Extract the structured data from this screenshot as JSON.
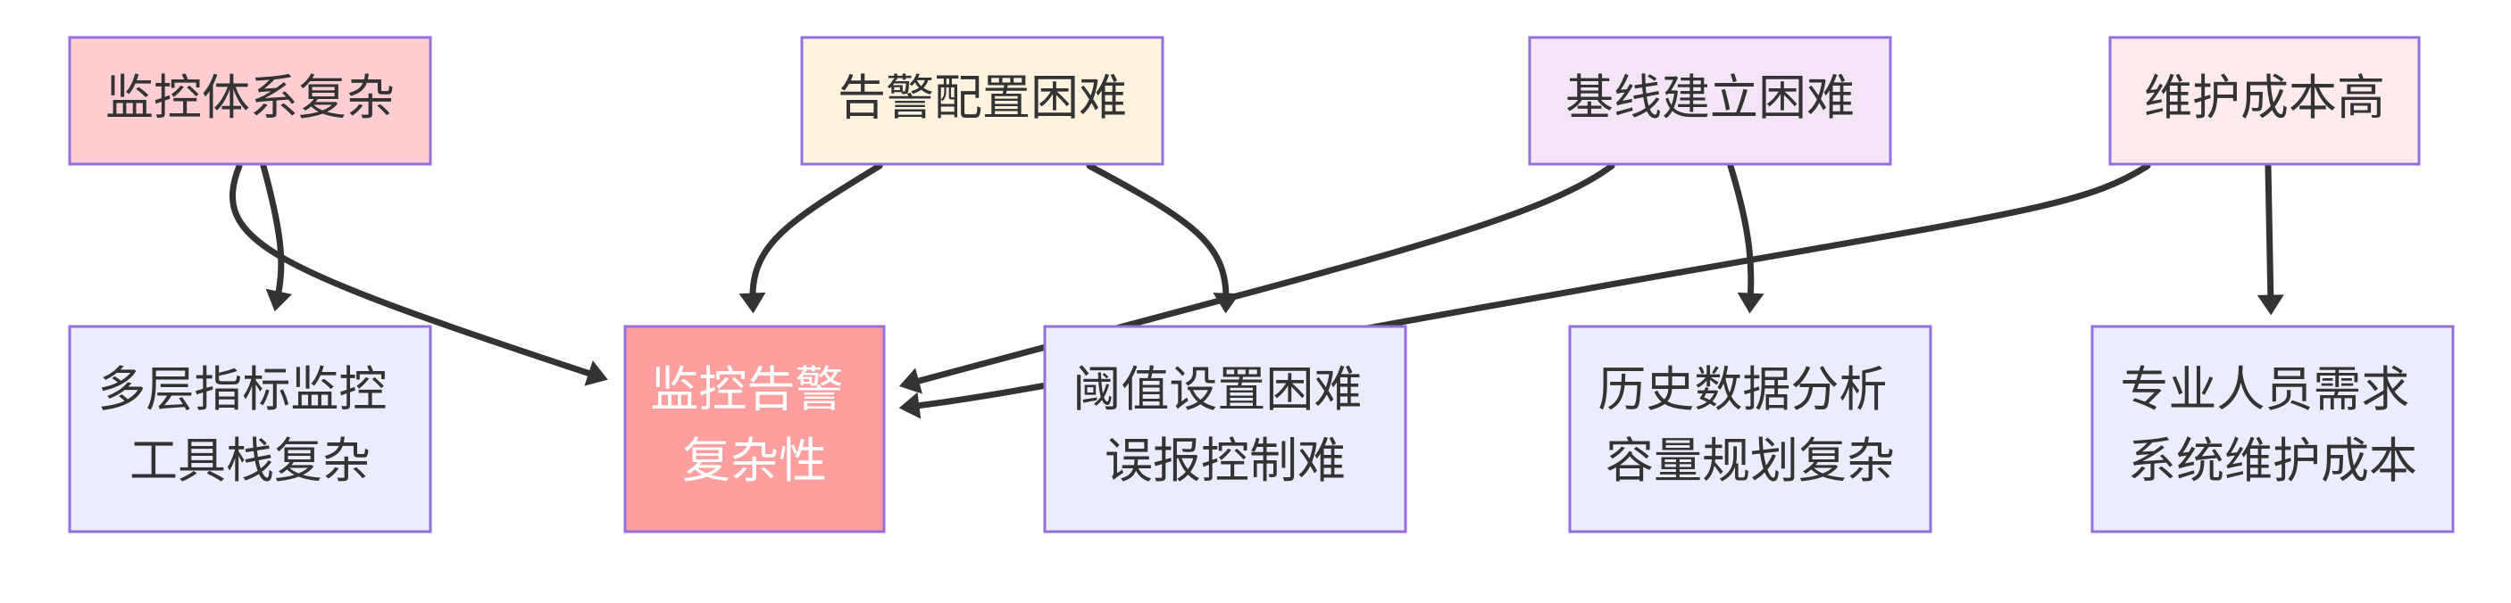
{
  "nodes": {
    "monitoring_system_complex": {
      "lines": [
        "监控体系复杂"
      ],
      "fill": "#FFCDD2"
    },
    "alert_config_hard": {
      "lines": [
        "告警配置困难"
      ],
      "fill": "#FFF3E0"
    },
    "baseline_hard": {
      "lines": [
        "基线建立困难"
      ],
      "fill": "#F3E5F5"
    },
    "maintenance_cost_high": {
      "lines": [
        "维护成本高"
      ],
      "fill": "#FFEBEE"
    },
    "multilayer_toolstack": {
      "lines": [
        "多层指标监控",
        "工具栈复杂"
      ],
      "fill": "#ECECFF"
    },
    "monitoring_alert_complexity": {
      "lines": [
        "监控告警",
        "复杂性"
      ],
      "fill": "#FF9E9E"
    },
    "threshold_false_alarm": {
      "lines": [
        "阈值设置困难",
        "误报控制难"
      ],
      "fill": "#ECECFF"
    },
    "history_capacity": {
      "lines": [
        "历史数据分析",
        "容量规划复杂"
      ],
      "fill": "#ECECFF"
    },
    "specialist_cost": {
      "lines": [
        "专业人员需求",
        "系统维护成本"
      ],
      "fill": "#ECECFF"
    }
  },
  "colors": {
    "edge": "#333333",
    "border": "#9370DB",
    "text": "#333333",
    "highlight_text": "#ffffff"
  }
}
